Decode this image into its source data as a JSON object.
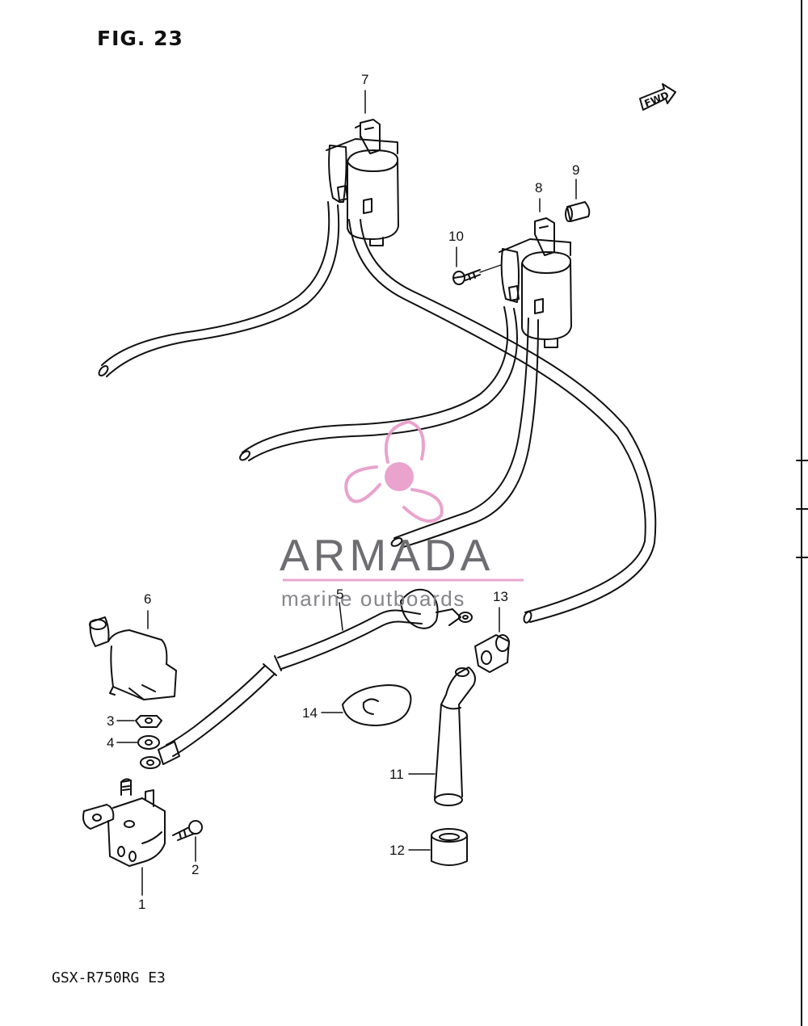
{
  "figure": {
    "title": "FIG. 23",
    "model": "GSX-R750RG  E3",
    "forward_marker": "FWD"
  },
  "callouts": {
    "c1": "1",
    "c2": "2",
    "c3": "3",
    "c4": "4",
    "c5": "5",
    "c6": "6",
    "c7": "7",
    "c8": "8",
    "c9": "9",
    "c10": "10",
    "c11": "11",
    "c12": "12",
    "c13": "13",
    "c14": "14"
  },
  "watermark": {
    "name": "ARMADA",
    "tagline": "marine outboards",
    "logo_icon": "propeller-icon",
    "colors": {
      "accent": "#e79ac8",
      "text": "#6e6e72",
      "underline": "#e8a6d0"
    }
  },
  "colors": {
    "line": "#111111",
    "background": "#ffffff"
  }
}
